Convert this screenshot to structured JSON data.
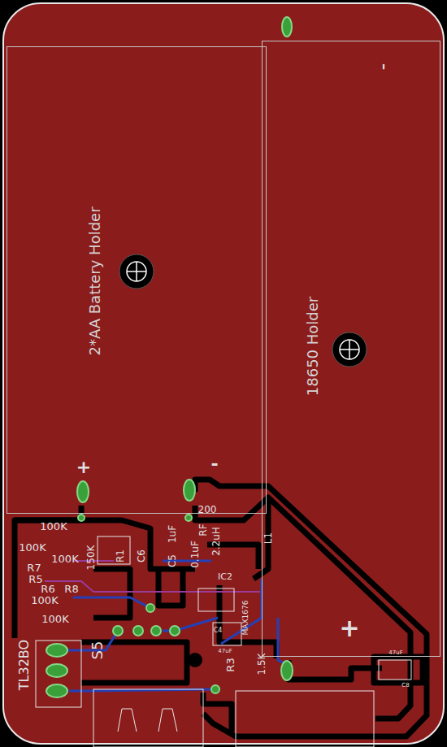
{
  "diagram": {
    "nodes": [
      {
        "text": [
          "2*AA Battery Holder"
        ]
      },
      {
        "text": [
          "18650 Holder"
        ]
      }
    ],
    "labels": [
      "+",
      "-",
      "-",
      "+",
      "200",
      "100K",
      "100K",
      "R7",
      "100K",
      "R5",
      "150K",
      "R1",
      "C6",
      "C5",
      "1uF",
      "RF",
      "0.1uF",
      "2.2uH",
      "L1",
      "R6",
      "R8",
      "100K",
      "100K",
      "IC2",
      "MAX1676",
      "47uF",
      "C4",
      "S5",
      "TL32BO",
      "R3",
      "1.5K",
      "47uF",
      "C8"
    ]
  }
}
